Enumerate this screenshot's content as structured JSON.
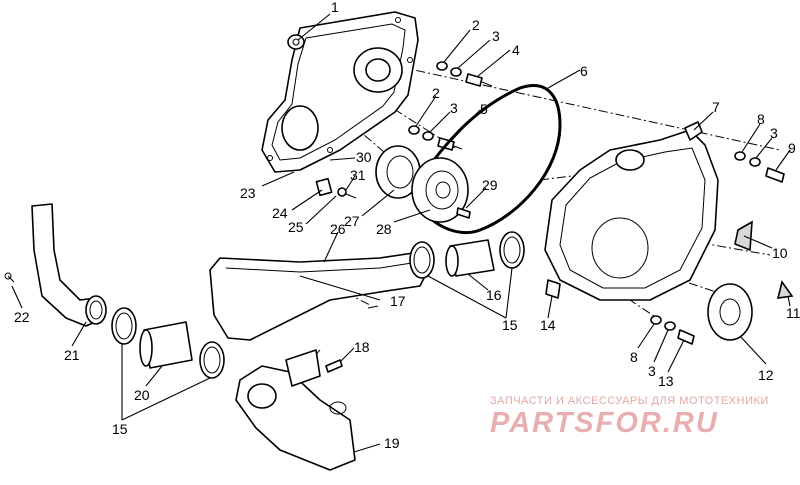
{
  "callouts": [
    {
      "id": "c1",
      "text": "1"
    },
    {
      "id": "c2a",
      "text": "2"
    },
    {
      "id": "c3a",
      "text": "3"
    },
    {
      "id": "c4",
      "text": "4"
    },
    {
      "id": "c6",
      "text": "6"
    },
    {
      "id": "c2b",
      "text": "2"
    },
    {
      "id": "c3b",
      "text": "3"
    },
    {
      "id": "c5",
      "text": "5"
    },
    {
      "id": "c7",
      "text": "7"
    },
    {
      "id": "c8a",
      "text": "8"
    },
    {
      "id": "c3c",
      "text": "3"
    },
    {
      "id": "c9",
      "text": "9"
    },
    {
      "id": "c30",
      "text": "30"
    },
    {
      "id": "c31",
      "text": "31"
    },
    {
      "id": "c23",
      "text": "23"
    },
    {
      "id": "c24",
      "text": "24"
    },
    {
      "id": "c25",
      "text": "25"
    },
    {
      "id": "c27",
      "text": "27"
    },
    {
      "id": "c28",
      "text": "28"
    },
    {
      "id": "c29",
      "text": "29"
    },
    {
      "id": "c26",
      "text": "26"
    },
    {
      "id": "c10",
      "text": "10"
    },
    {
      "id": "c22",
      "text": "22"
    },
    {
      "id": "c17",
      "text": "17"
    },
    {
      "id": "c16",
      "text": "16"
    },
    {
      "id": "c15a",
      "text": "15"
    },
    {
      "id": "c14",
      "text": "14"
    },
    {
      "id": "c11",
      "text": "11"
    },
    {
      "id": "c21",
      "text": "21"
    },
    {
      "id": "c18",
      "text": "18"
    },
    {
      "id": "c8b",
      "text": "8"
    },
    {
      "id": "c3d",
      "text": "3"
    },
    {
      "id": "c12",
      "text": "12"
    },
    {
      "id": "c20",
      "text": "20"
    },
    {
      "id": "c13",
      "text": "13"
    },
    {
      "id": "c15b",
      "text": "15"
    },
    {
      "id": "c19",
      "text": "19"
    }
  ],
  "watermark": {
    "top": "ЗАПЧАСТИ И АКСЕССУАРЫ ДЛЯ МОТОТЕХНИКИ",
    "main": "PARTSFOR.RU"
  }
}
